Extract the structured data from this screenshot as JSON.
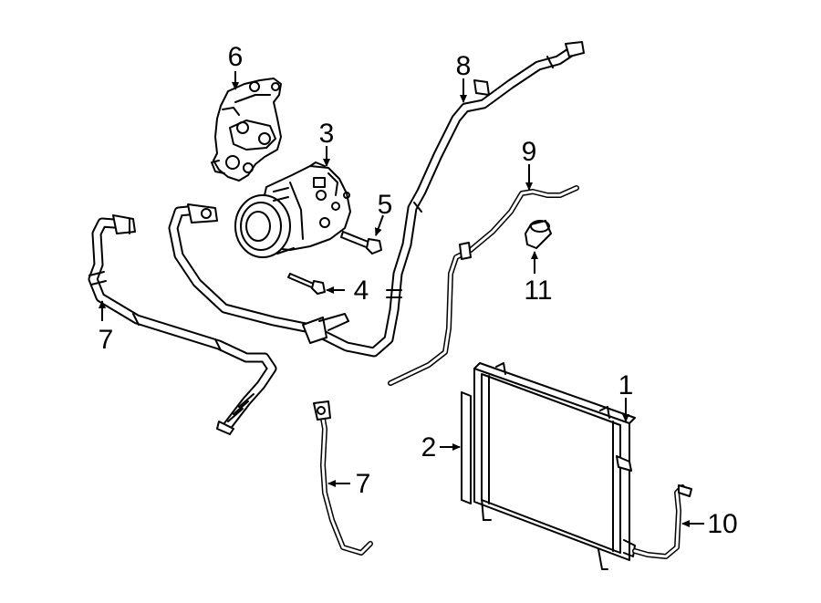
{
  "callouts": {
    "c1": "1",
    "c2": "2",
    "c3": "3",
    "c4": "4",
    "c5": "5",
    "c6": "6",
    "c7a": "7",
    "c7b": "7",
    "c8": "8",
    "c9": "9",
    "c10": "10",
    "c11": "11"
  },
  "colors": {
    "line": "#000000",
    "background": "#ffffff"
  }
}
